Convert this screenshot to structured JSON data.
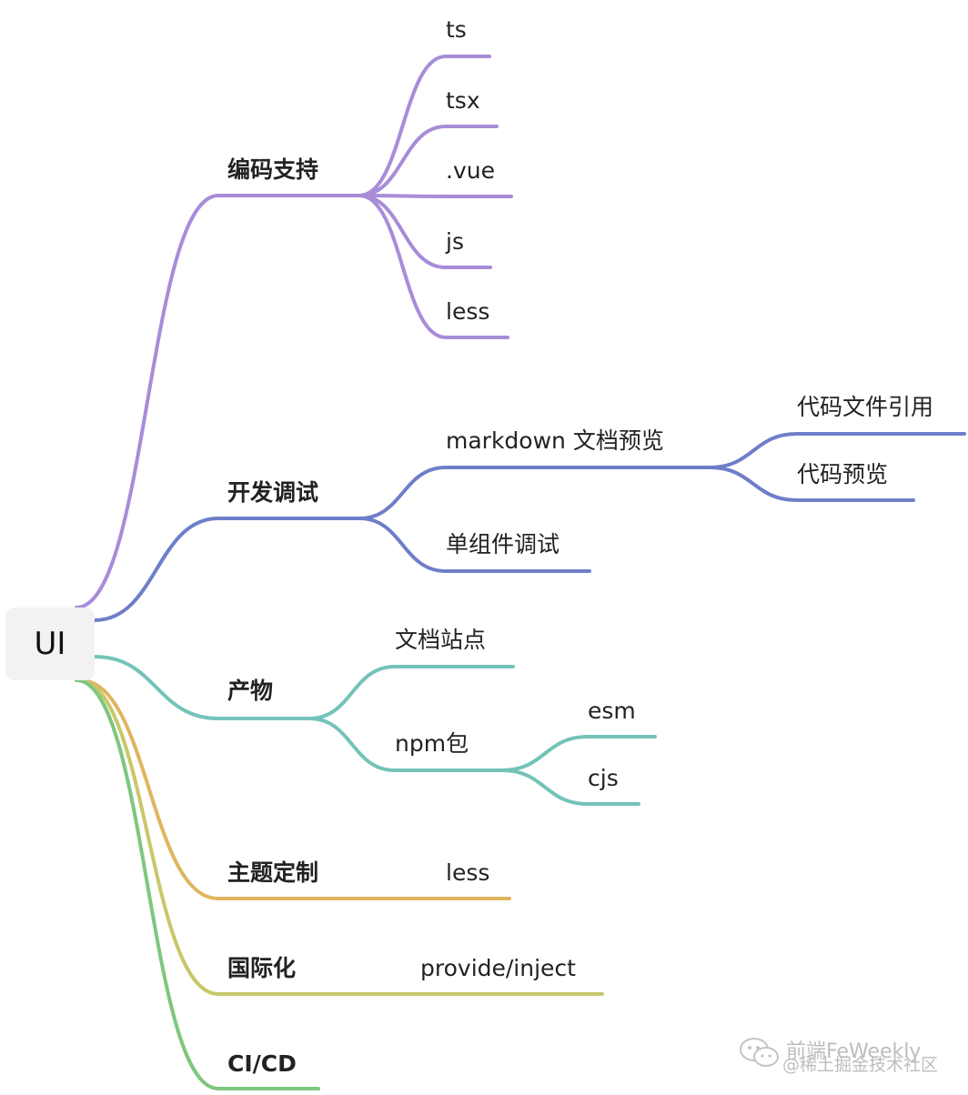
{
  "root": {
    "label": "UI"
  },
  "colors": {
    "coding": "#a88cd8",
    "dev": "#6f7ec9",
    "output": "#74c3b9",
    "theme": "#e0b55f",
    "i18n": "#c8c76a",
    "cicd": "#7dc77e"
  },
  "branches": [
    {
      "label": "编码支持",
      "children": [
        "ts",
        "tsx",
        ".vue",
        "js",
        "less"
      ]
    },
    {
      "label": "开发调试",
      "children": [
        {
          "label": "markdown 文档预览",
          "children": [
            "代码文件引用",
            "代码预览"
          ]
        },
        {
          "label": "单组件调试"
        }
      ]
    },
    {
      "label": "产物",
      "children": [
        {
          "label": "文档站点"
        },
        {
          "label": "npm包",
          "children": [
            "esm",
            "cjs"
          ]
        }
      ]
    },
    {
      "label": "主题定制",
      "children": [
        "less"
      ]
    },
    {
      "label": "国际化",
      "children": [
        "provide/inject"
      ]
    },
    {
      "label": "CI/CD"
    }
  ],
  "watermark": {
    "icon": "wechat-icon",
    "line1": "前端FeWeekly",
    "line2": "@稀土掘金技术社区"
  }
}
